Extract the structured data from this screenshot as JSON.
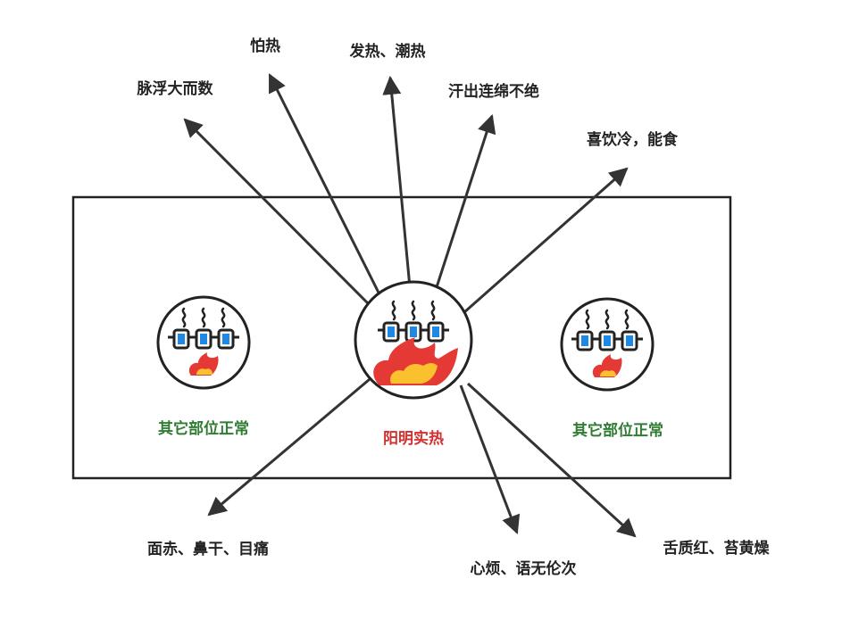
{
  "center": {
    "label": "阳明实热",
    "label_color": "#d32f2f"
  },
  "side_left": {
    "label": "其它部位正常",
    "label_color": "#2e7d32"
  },
  "side_right": {
    "label": "其它部位正常",
    "label_color": "#2e7d32"
  },
  "symptoms": {
    "pulse": "脉浮大而数",
    "heat_aversion": "怕热",
    "fever": "发热、潮热",
    "sweat": "汗出连绵不绝",
    "cold_drink": "喜饮冷，能食",
    "face": "面赤、鼻干、目痛",
    "mind": "心烦、语无伦次",
    "tongue": "舌质红、苔黄燥"
  },
  "colors": {
    "arrow": "#333333",
    "flame_outer": "#e53935",
    "flame_inner": "#fbc02d",
    "coal": "#1e88e5"
  }
}
